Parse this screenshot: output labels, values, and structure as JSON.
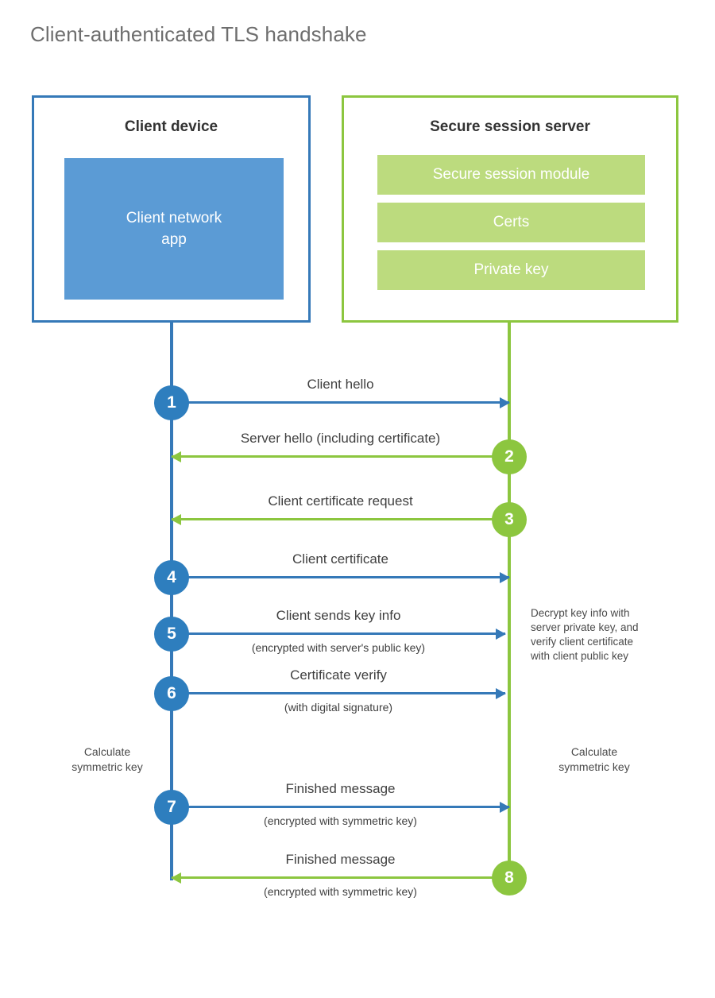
{
  "title": "Client-authenticated TLS handshake",
  "colors": {
    "client_border": "#3579b8",
    "client_fill": "#5b9bd5",
    "client_circle": "#2e7ebe",
    "server_border": "#8cc63f",
    "server_fill": "#bcdb7e",
    "server_circle": "#8cc63f",
    "title_text": "#6e6e6e",
    "body_text": "#3f3f3f",
    "background": "#ffffff"
  },
  "client": {
    "title": "Client device",
    "app_label": "Client network\napp"
  },
  "server": {
    "title": "Secure session server",
    "rows": [
      {
        "label": "Secure session module"
      },
      {
        "label": "Certs"
      },
      {
        "label": "Private key"
      }
    ]
  },
  "steps": [
    {
      "number": "1",
      "label": "Client hello",
      "sub": "",
      "direction": "client-to-server",
      "color": "blue"
    },
    {
      "number": "2",
      "label": "Server hello (including certificate)",
      "sub": "",
      "direction": "server-to-client",
      "color": "green"
    },
    {
      "number": "3",
      "label": "Client certificate request",
      "sub": "",
      "direction": "server-to-client",
      "color": "green"
    },
    {
      "number": "4",
      "label": "Client certificate",
      "sub": "",
      "direction": "client-to-server",
      "color": "blue"
    },
    {
      "number": "5",
      "label": "Client sends key info",
      "sub": "(encrypted with server's public key)",
      "direction": "client-to-server",
      "color": "blue"
    },
    {
      "number": "6",
      "label": "Certificate verify",
      "sub": "(with digital signature)",
      "direction": "client-to-server",
      "color": "blue"
    },
    {
      "number": "7",
      "label": "Finished message",
      "sub": "(encrypted with symmetric key)",
      "direction": "client-to-server",
      "color": "blue"
    },
    {
      "number": "8",
      "label": "Finished message",
      "sub": "(encrypted with symmetric key)",
      "direction": "server-to-client",
      "color": "green"
    }
  ],
  "notes": {
    "decrypt": "Decrypt key info with\nserver private key, and\nverify client certificate\nwith client public key",
    "calculate_client": "Calculate\nsymmetric key",
    "calculate_server": "Calculate\nsymmetric key"
  }
}
